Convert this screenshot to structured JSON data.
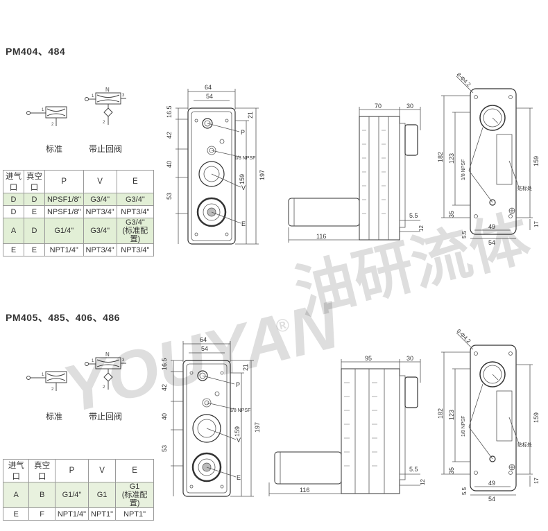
{
  "watermark": {
    "brand": "YOUYAN",
    "chinese": "油研流体",
    "registered": "®"
  },
  "sections": [
    {
      "title": "PM404、484",
      "symbols": {
        "standard": "标准",
        "check": "带止回阀",
        "n_label": "N",
        "port1": "1",
        "port2": "2",
        "port3": "3"
      },
      "table": {
        "headers": [
          "进气口",
          "真空口",
          "P",
          "V",
          "E"
        ],
        "rows": [
          [
            "D",
            "D",
            "NPSF1/8\"",
            "G3/4\"",
            "G3/4\""
          ],
          [
            "D",
            "E",
            "NPSF1/8\"",
            "NPT3/4\"",
            "NPT3/4\""
          ],
          [
            "A",
            "D",
            "G1/4\"",
            "G3/4\"",
            "G3/4\"\n(标准配置)"
          ],
          [
            "E",
            "E",
            "NPT1/4\"",
            "NPT3/4\"",
            "NPT3/4\""
          ]
        ]
      },
      "front_dims": {
        "w1": "64",
        "w2": "54",
        "d1": "16.5",
        "d2": "42",
        "d3": "40",
        "d4": "53",
        "r1": "21",
        "r2": "159",
        "r3": "197",
        "npsf": "1/8 NPSF",
        "P": "P",
        "V": "V",
        "E": "E"
      },
      "side_dims": {
        "w1": "70",
        "w2": "30",
        "len": "116",
        "s1": "5.5",
        "s2": "12"
      },
      "back_dims": {
        "hole": "8-Φ4.2",
        "h1": "182",
        "h2": "123",
        "h3": "159",
        "h4": "35",
        "h5": "5.5",
        "h6": "17",
        "w1": "49",
        "w2": "54",
        "npsf": "1/8 NPSF",
        "label_area": "贴标处"
      }
    },
    {
      "title": "PM405、485、406、486",
      "symbols": {
        "standard": "标准",
        "check": "带止回阀",
        "n_label": "N",
        "port1": "1",
        "port2": "2",
        "port3": "3"
      },
      "table": {
        "headers": [
          "进气口",
          "真空口",
          "P",
          "V",
          "E"
        ],
        "rows": [
          [
            "A",
            "B",
            "G1/4\"",
            "G1",
            "G1\n(标准配置)"
          ],
          [
            "E",
            "F",
            "NPT1/4\"",
            "NPT1\"",
            "NPT1\""
          ]
        ]
      },
      "front_dims": {
        "w1": "64",
        "w2": "54",
        "d1": "16.5",
        "d2": "42",
        "d3": "40",
        "d4": "53",
        "r1": "21",
        "r2": "159",
        "r3": "197",
        "npsf": "1/8 NPSF",
        "P": "P",
        "V": "V",
        "E": "E"
      },
      "side_dims": {
        "w1": "95",
        "w2": "30",
        "len": "116",
        "s1": "5.5",
        "s2": "12"
      },
      "back_dims": {
        "hole": "8-Φ4.2",
        "h1": "182",
        "h2": "123",
        "h3": "159",
        "h4": "35",
        "h5": "5.5",
        "h6": "17",
        "w1": "49",
        "w2": "54",
        "npsf": "1/8 NPSF",
        "label_area": "贴标处"
      }
    }
  ]
}
